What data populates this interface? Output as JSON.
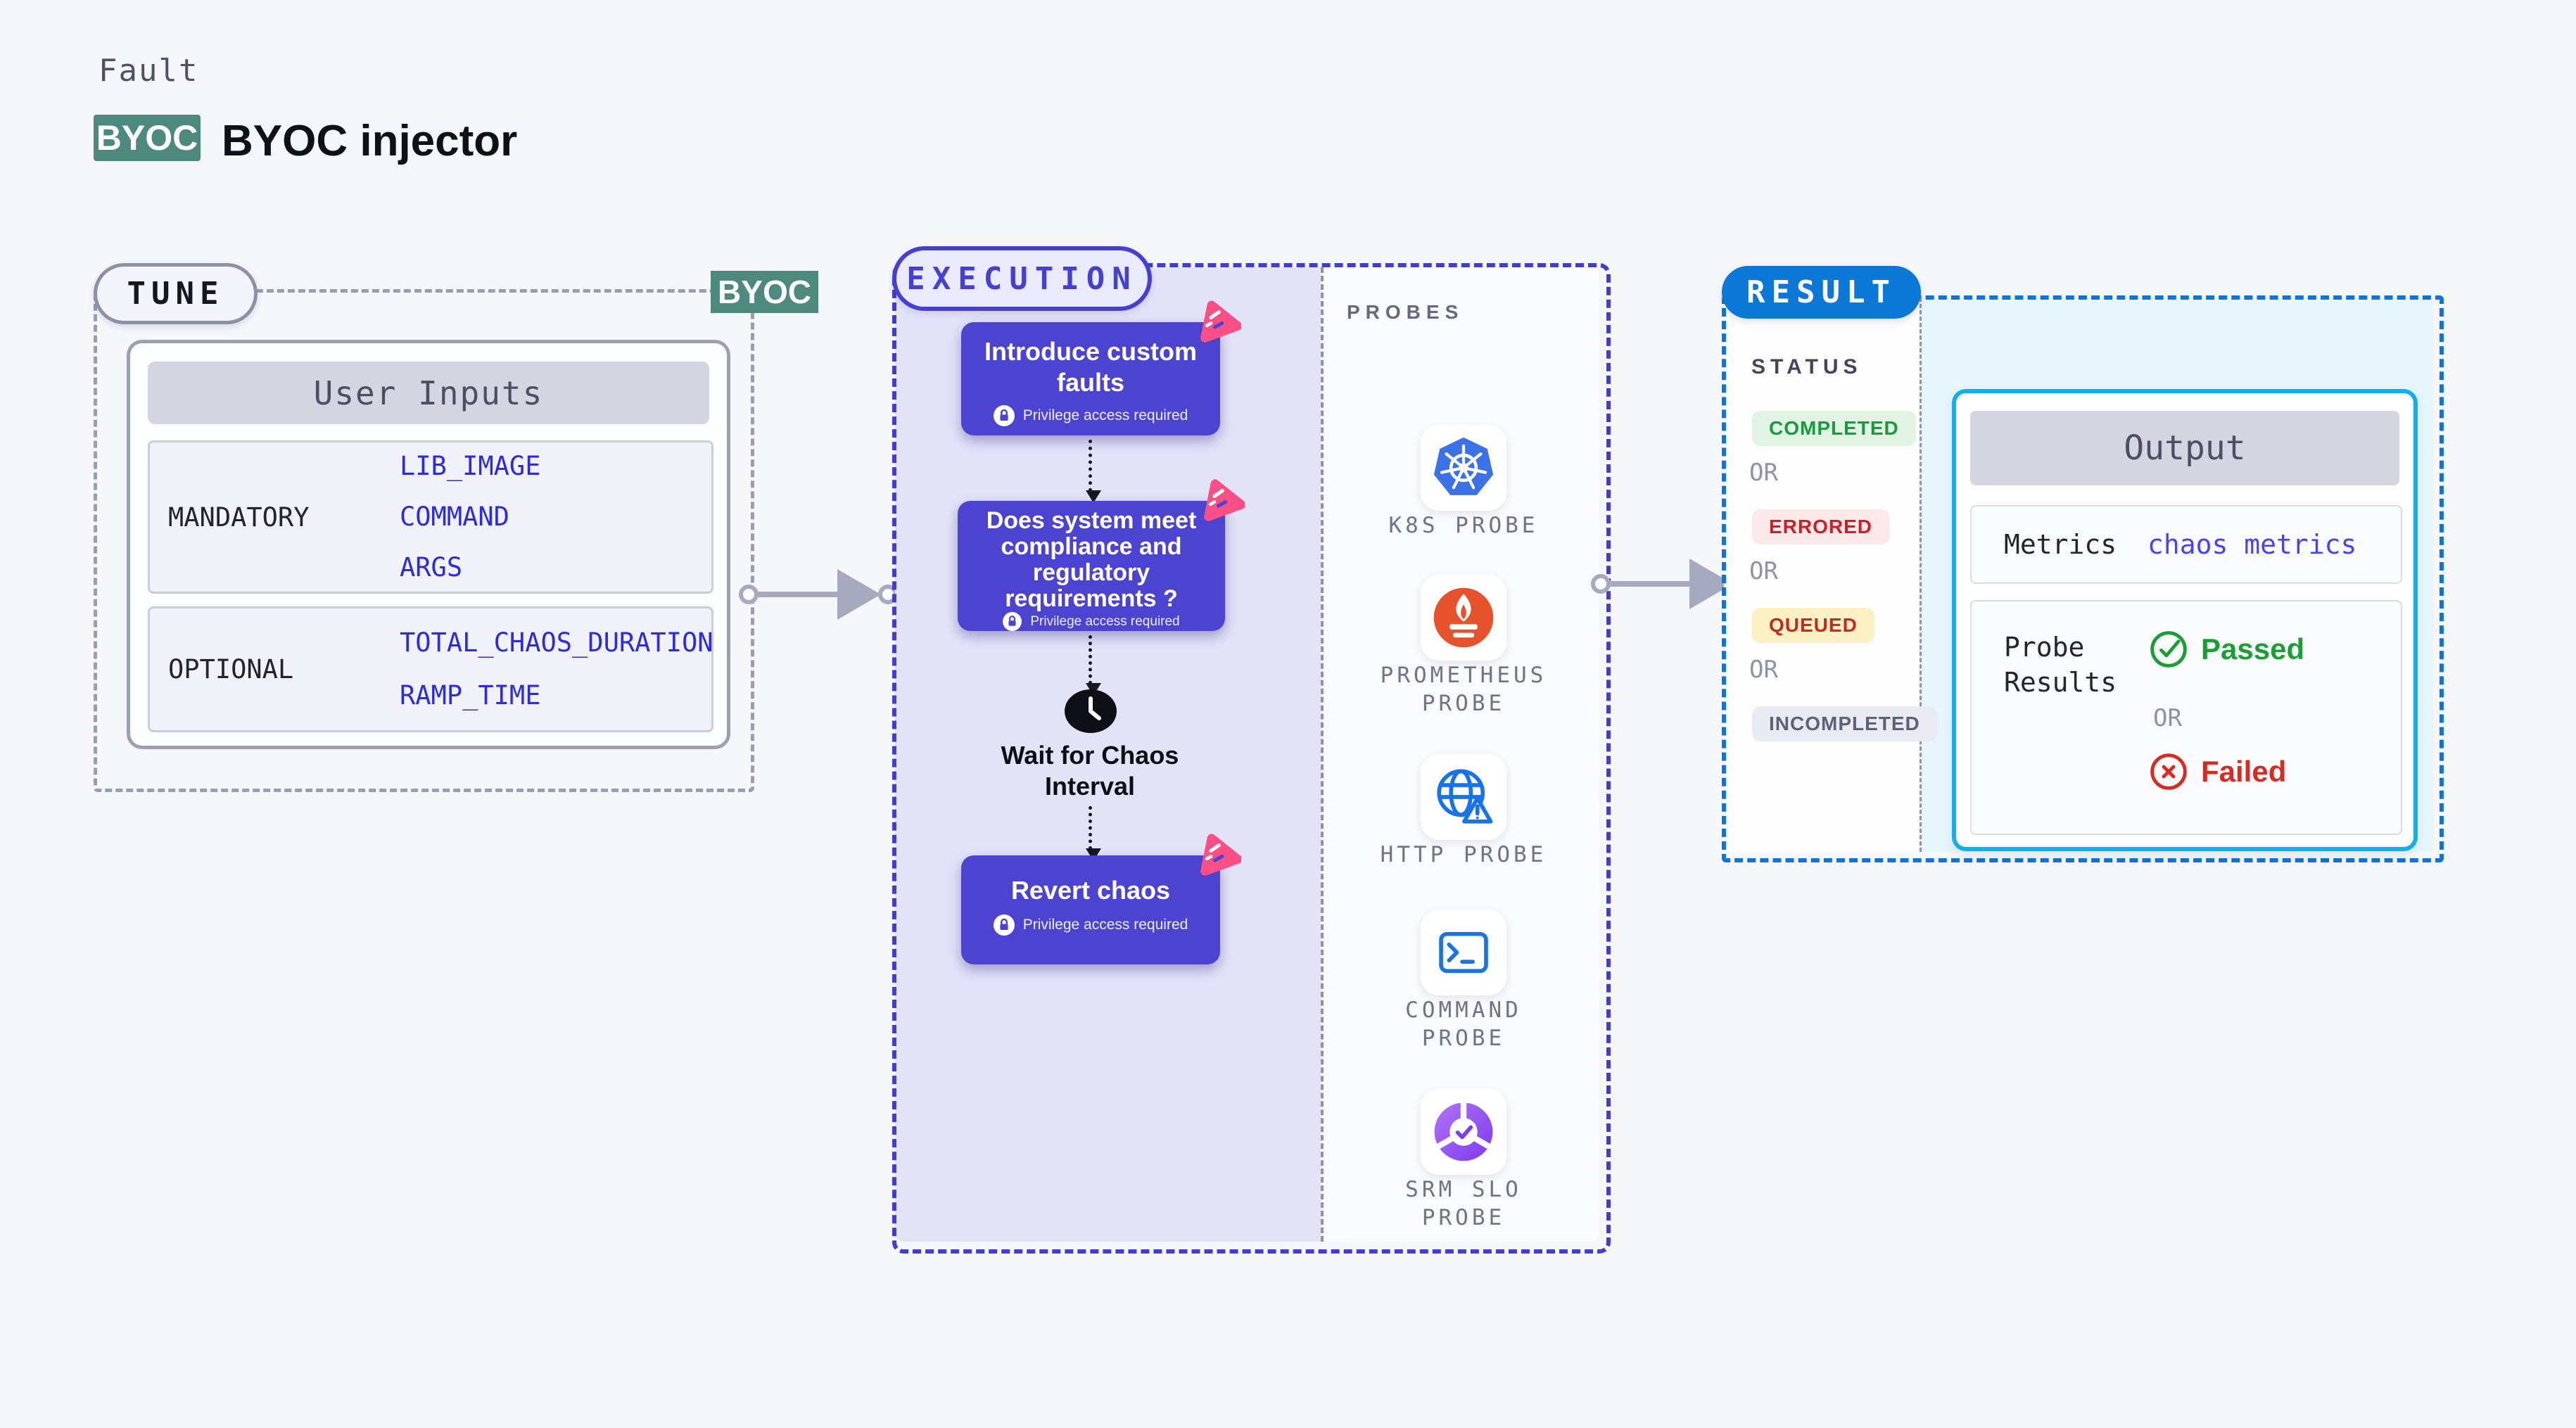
{
  "colors": {
    "page_bg": "#f6f7fb",
    "teal_badge": "#4e897d",
    "indigo_dashed": "#423dd2",
    "blue_dashed": "#0e73da",
    "purple_card": "#4c44d0",
    "lavender_bg": "#e3e3f8",
    "cyan_bg": "#e7f6fc",
    "cyan_border": "#17ade6",
    "pink_badge": "#fb4f85",
    "value_blue": "#2c2cdb",
    "passed_green": "#1c9e35",
    "failed_red": "#d62c22",
    "result_pill_blue": "#0b77d7"
  },
  "header": {
    "eyebrow": "Fault",
    "badge": "BYOC",
    "title": "BYOC injector"
  },
  "tune": {
    "pill": "TUNE",
    "corner_badge": "BYOC",
    "table_header": "User Inputs",
    "rows": [
      {
        "label": "MANDATORY",
        "values": [
          "LIB_IMAGE",
          "COMMAND",
          "ARGS"
        ]
      },
      {
        "label": "OPTIONAL",
        "values": [
          "TOTAL_CHAOS_DURATION",
          "RAMP_TIME"
        ]
      }
    ]
  },
  "execution": {
    "pill": "EXECUTION",
    "privilege_note": "Privilege access required",
    "steps": [
      {
        "title": "Introduce custom faults"
      },
      {
        "title": "Does system meet compliance and regulatory requirements ?"
      },
      {
        "title": "Wait for Chaos Interval"
      },
      {
        "title": "Revert chaos"
      }
    ]
  },
  "probes": {
    "heading": "PROBES",
    "items": [
      {
        "label": "K8S PROBE",
        "icon": "kubernetes-icon"
      },
      {
        "label": "PROMETHEUS PROBE",
        "icon": "prometheus-icon"
      },
      {
        "label": "HTTP PROBE",
        "icon": "http-globe-warning-icon"
      },
      {
        "label": "COMMAND PROBE",
        "icon": "terminal-icon"
      },
      {
        "label": "SRM SLO PROBE",
        "icon": "slo-pie-check-icon"
      }
    ]
  },
  "result": {
    "pill": "RESULT",
    "status_heading": "STATUS",
    "or_label": "OR",
    "statuses": [
      {
        "label": "COMPLETED",
        "fg": "#189a3d",
        "bg": "#e1f4e3"
      },
      {
        "label": "ERRORED",
        "fg": "#cb2026",
        "bg": "#fbe9e9"
      },
      {
        "label": "QUEUED",
        "fg": "#c22a22",
        "bg": "#fcf0c5"
      },
      {
        "label": "INCOMPLETED",
        "fg": "#5c6078",
        "bg": "#e9eaf2"
      }
    ],
    "output": {
      "header": "Output",
      "metrics_label": "Metrics",
      "metrics_value": "chaos metrics",
      "probe_results_label": "Probe Results",
      "passed_label": "Passed",
      "or_label": "OR",
      "failed_label": "Failed"
    }
  }
}
